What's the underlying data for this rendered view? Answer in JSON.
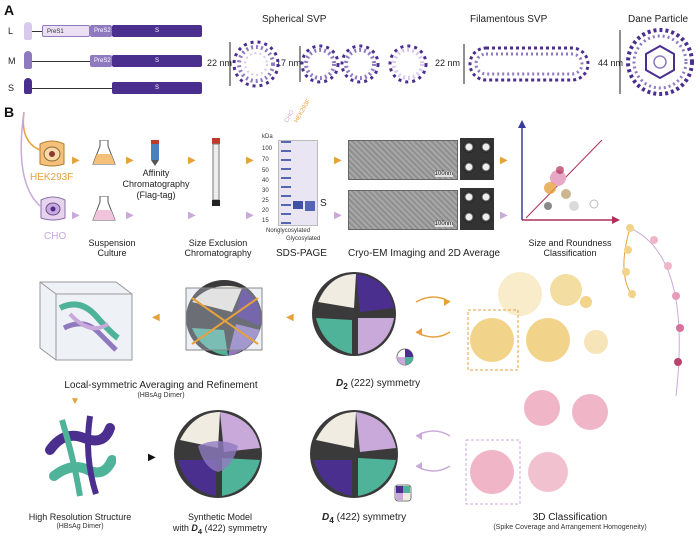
{
  "panelA": {
    "letter": "A",
    "rows": [
      {
        "id": "L",
        "seg1": "PreS1",
        "seg2": "PreS2",
        "seg3": "S"
      },
      {
        "id": "M",
        "seg2": "PreS2",
        "seg3": "S"
      },
      {
        "id": "S",
        "seg3": "S"
      }
    ],
    "spherical_title": "Spherical SVP",
    "spherical_sizes": [
      "22 nm",
      "17 nm"
    ],
    "filamentous_title": "Filamentous SVP",
    "filamentous_size": "22 nm",
    "dane_title": "Dane Particle",
    "dane_size": "44 nm"
  },
  "panelB": {
    "letter": "B",
    "cell_lines": [
      "HEK293F",
      "CHO"
    ],
    "suspension_label": "Suspension\nCulture",
    "affinity_label": "Affinity\nChromatography\n(Flag-tag)",
    "sec_label": "Size Exclusion\nChromatography",
    "gel": {
      "unit": "kDa",
      "markers": [
        "100",
        "70",
        "50",
        "40",
        "30",
        "25",
        "20",
        "15"
      ],
      "lanes": [
        "CHO",
        "HEK293F"
      ],
      "band_label": "S",
      "nonglyco": "Nonglycosylated",
      "glyco": "Glycosylated",
      "title": "SDS-PAGE"
    },
    "cryo_scale": "100nm",
    "cryo_label": "Cryo-EM Imaging and 2D Average",
    "size_round_label": "Size and Roundness\nClassification",
    "local_sym_label": "Local-symmetric Averaging and Refinement",
    "local_sym_sub": "(HBsAg Dimer)",
    "d2_label": "D",
    "d2_sub": "2",
    "d2_rest": " (222) symmetry",
    "hires_label": "High Resolution Structure",
    "hires_sub": "(HBsAg Dimer)",
    "synth_label1": "Synthetic Model",
    "synth_label2a": "with ",
    "synth_label2b": "D",
    "synth_label2c": "4",
    "synth_label2d": " (422) symmetry",
    "d4_label": "D",
    "d4_sub": "4",
    "d4_rest": " (422) symmetry",
    "class3d_label": "3D Classification",
    "class3d_sub": "(Spike Coverage and Arrangement Homogeneity)"
  },
  "colors": {
    "purple_dark": "#4b2f8f",
    "purple_mid": "#8f7ac0",
    "purple_light": "#d9c9ec",
    "orange": "#e6a13b",
    "lavender": "#c9a9d9",
    "teal": "#4fb39a",
    "yellow": "#f1d48a",
    "pink": "#f0b6c8"
  }
}
